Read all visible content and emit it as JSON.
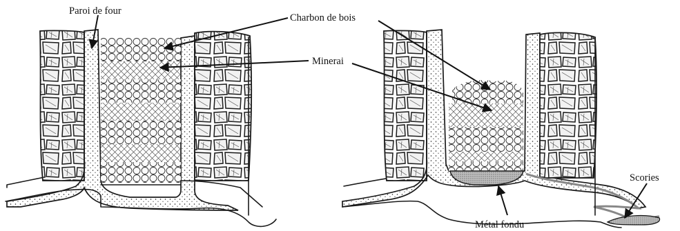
{
  "labels": {
    "wall": "Paroi de four",
    "charcoal": "Charbon de bois",
    "ore": "Minerai",
    "slag": "Scories",
    "metal": "Métal fondu"
  },
  "colors": {
    "ink": "#1a1a1a",
    "ore_hatch": "#555555",
    "slag_fill": "#9a9a9a",
    "metal_fill": "#7a7a7a"
  },
  "panels": [
    {
      "state": "furnace-loaded"
    },
    {
      "state": "furnace-after-smelting"
    }
  ]
}
